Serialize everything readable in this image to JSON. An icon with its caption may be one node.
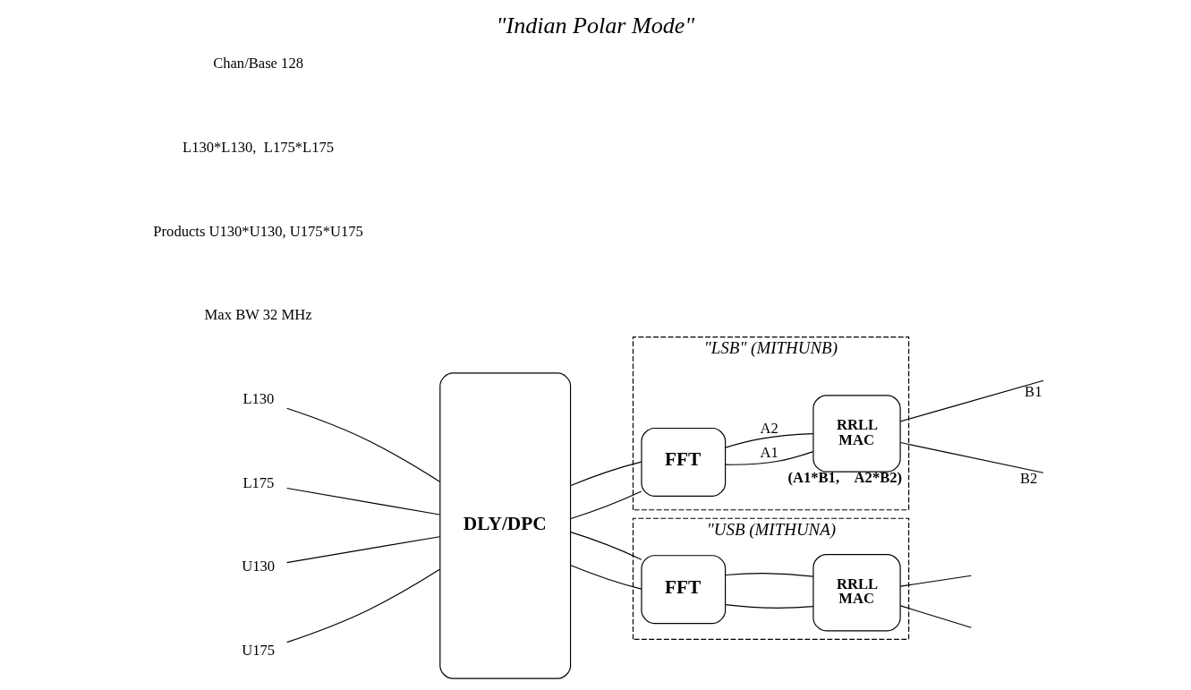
{
  "diagram": {
    "title": "\"Indian Polar Mode\"",
    "nodes": [
      {
        "text": [
          "\"LSB\" (MITHUNB)"
        ]
      },
      {
        "text": [
          "FFT"
        ],
        "in": 0
      },
      {
        "text": [
          "RRLL",
          "MAC"
        ],
        "in": 0,
        "beside": [
          "(A1*B1,    A2*B2)"
        ]
      },
      {
        "text": [
          "\"USB (MITHUNA)"
        ]
      },
      {
        "text": [
          "FFT"
        ],
        "in": 3
      },
      {
        "text": [
          "RRLL",
          "MAC"
        ],
        "in": 3
      },
      {
        "text": [
          "DLY/DPC"
        ]
      },
      {
        "text": [
          "L130"
        ]
      },
      {
        "text": [
          "L175"
        ]
      },
      {
        "text": [
          "U130"
        ]
      },
      {
        "text": [
          "U175"
        ]
      }
    ],
    "edges": [
      {
        "from": 7,
        "to": 6,
        "arrow": "none"
      },
      {
        "from": 8,
        "to": 6,
        "arrow": "none"
      },
      {
        "from": 9,
        "to": 6,
        "arrow": "none"
      },
      {
        "from": 10,
        "to": 6,
        "arrow": "none"
      },
      {
        "from": 6,
        "to": 1,
        "arrow": "none"
      },
      {
        "from": 6,
        "to": 1,
        "arrow": "none"
      },
      {
        "from": 6,
        "to": 4,
        "arrow": "none"
      },
      {
        "from": 6,
        "to": 4,
        "arrow": "none"
      },
      {
        "from": 1,
        "to": 2,
        "arrow": "none",
        "label": "A1"
      },
      {
        "from": 1,
        "to": 2,
        "arrow": "none",
        "label": "A2"
      },
      {
        "from": 4,
        "to": 5,
        "arrow": "none"
      },
      {
        "from": 4,
        "to": 5,
        "arrow": "none"
      },
      {
        "from": 2,
        "to": null,
        "arrow": "none",
        "label": "B1"
      },
      {
        "from": 2,
        "to": null,
        "arrow": "none",
        "label": "B2"
      },
      {
        "from": 5,
        "to": null,
        "arrow": "none"
      },
      {
        "from": 5,
        "to": null,
        "arrow": "none"
      }
    ],
    "labels": [
      "Max BW 32 MHz",
      "Products U130*U130, U175*U175",
      "L130*L130,  L175*L175",
      "Chan/Base 128"
    ]
  }
}
